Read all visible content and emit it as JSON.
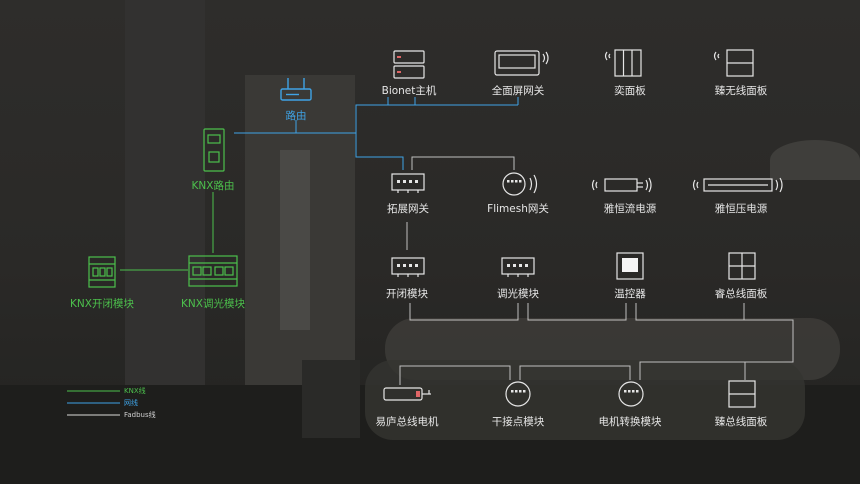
{
  "colors": {
    "knx": "#4cc04c",
    "net": "#3fa3e6",
    "fadbus": "#d9d9d9",
    "bg": "#2c2b29"
  },
  "nodes": {
    "router": {
      "label": "路由",
      "icon": "router-icon"
    },
    "knx_router": {
      "label": "KNX路由",
      "icon": "knx-router-icon"
    },
    "knx_switch": {
      "label": "KNX开闭模块",
      "icon": "knx-switch-module-icon"
    },
    "knx_dimmer": {
      "label": "KNX调光模块",
      "icon": "knx-dimmer-module-icon"
    },
    "bionet": {
      "label": "Bionet主机",
      "icon": "host-icon"
    },
    "fullscreen_gw": {
      "label": "全面屏网关",
      "icon": "screen-gateway-icon"
    },
    "panel_tu": {
      "label": "奕面板",
      "icon": "panel-icon"
    },
    "wireless_panel": {
      "label": "臻无线面板",
      "icon": "wireless-panel-icon"
    },
    "ext_gw": {
      "label": "拓展网关",
      "icon": "extension-gateway-icon"
    },
    "flimesh_gw": {
      "label": "Flimesh网关",
      "icon": "flimesh-gateway-icon"
    },
    "cc_driver": {
      "label": "雅恒流电源",
      "icon": "constant-current-driver-icon"
    },
    "cv_driver": {
      "label": "雅恒压电源",
      "icon": "constant-voltage-driver-icon"
    },
    "switch_mod": {
      "label": "开闭模块",
      "icon": "switch-module-icon"
    },
    "dimmer_mod": {
      "label": "调光模块",
      "icon": "dimmer-module-icon"
    },
    "thermostat": {
      "label": "温控器",
      "icon": "thermostat-icon"
    },
    "rui_panel": {
      "label": "睿总线面板",
      "icon": "bus-panel-icon"
    },
    "motor": {
      "label": "易庐总线电机",
      "icon": "bus-motor-icon"
    },
    "dry_contact": {
      "label": "干接点模块",
      "icon": "dry-contact-module-icon"
    },
    "motor_conv": {
      "label": "电机转换模块",
      "icon": "motor-converter-icon"
    },
    "zhen_panel": {
      "label": "臻总线面板",
      "icon": "bus-panel-icon"
    }
  },
  "legend": [
    {
      "label": "KNX线",
      "color": "#4cc04c"
    },
    {
      "label": "网线",
      "color": "#3fa3e6"
    },
    {
      "label": "Fadbus线",
      "color": "#d9d9d9"
    }
  ]
}
